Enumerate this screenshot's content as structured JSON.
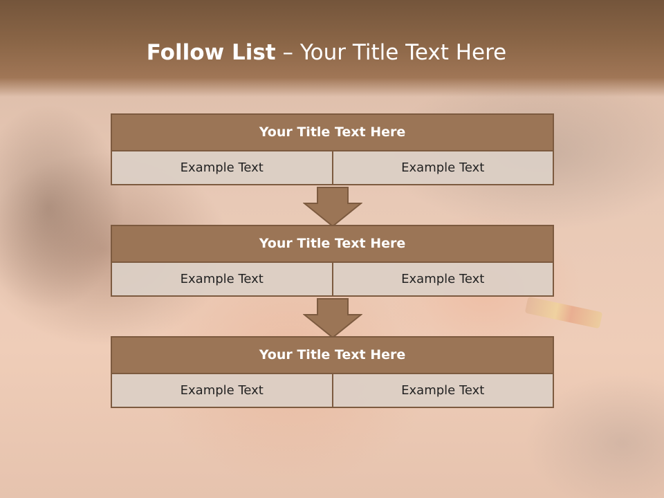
{
  "slide": {
    "title_bold": "Follow List",
    "title_sep": " – ",
    "title_rest": "Your Title Text Here"
  },
  "steps": [
    {
      "title": "Your Title Text Here",
      "left": "Example Text",
      "right": "Example Text"
    },
    {
      "title": "Your Title Text Here",
      "left": "Example Text",
      "right": "Example Text"
    },
    {
      "title": "Your Title Text Here",
      "left": "Example Text",
      "right": "Example Text"
    }
  ],
  "colors": {
    "header_fill": "#9b7556",
    "border": "#7c5a3f",
    "cell_fill": "#dbcfc6",
    "band": "#74553b"
  },
  "icons": [
    "down-arrow-icon",
    "down-arrow-icon"
  ]
}
